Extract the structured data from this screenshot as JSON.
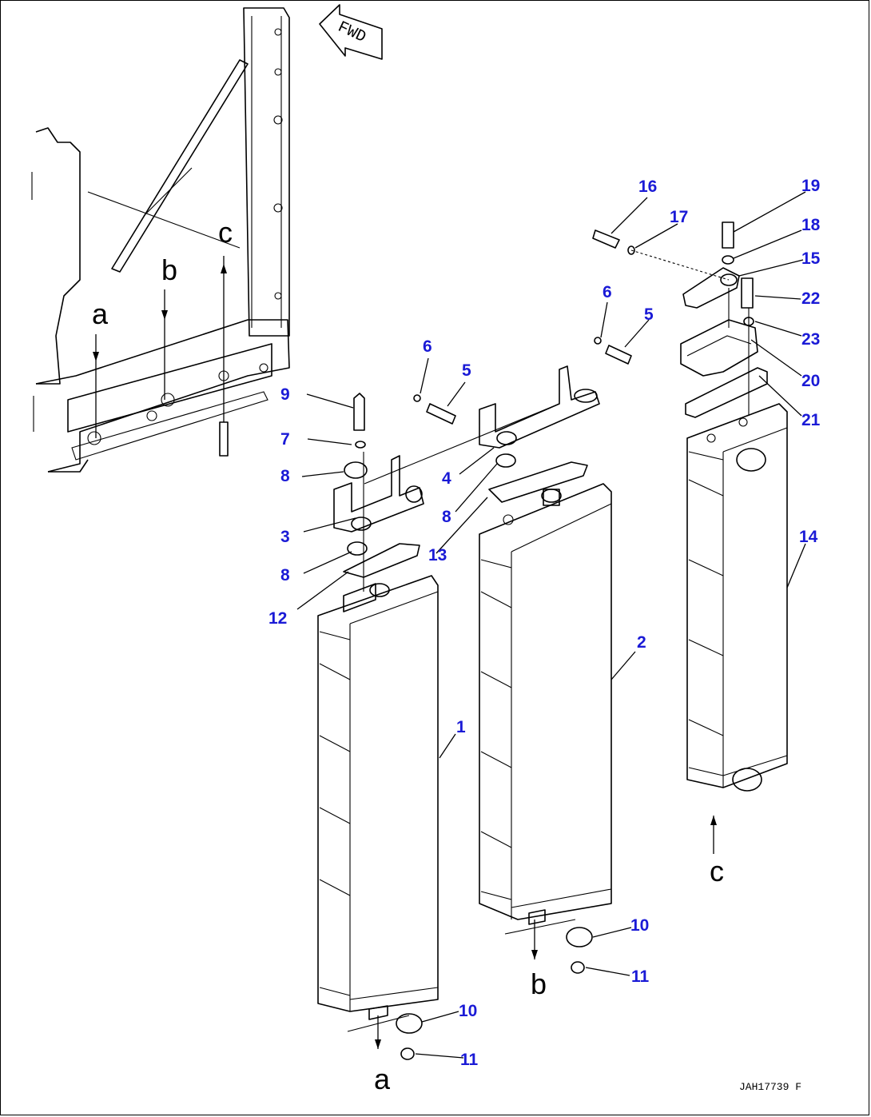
{
  "colors": {
    "line": "#000000",
    "callout": "#1a1ad6",
    "background": "#ffffff"
  },
  "direction_label": "FWD",
  "drawing_number": "JAH17739 F",
  "reference_letters": {
    "a": "a",
    "b": "b",
    "c": "c"
  },
  "callouts": {
    "n1": "1",
    "n2": "2",
    "n3": "3",
    "n4": "4",
    "n5a": "5",
    "n5b": "5",
    "n6a": "6",
    "n6b": "6",
    "n7": "7",
    "n8a": "8",
    "n8b": "8",
    "n8c": "8",
    "n9": "9",
    "n10a": "10",
    "n10b": "10",
    "n11a": "11",
    "n11b": "11",
    "n12": "12",
    "n13": "13",
    "n14": "14",
    "n15": "15",
    "n16": "16",
    "n17": "17",
    "n18": "18",
    "n19": "19",
    "n20": "20",
    "n21": "21",
    "n22": "22",
    "n23": "23"
  }
}
